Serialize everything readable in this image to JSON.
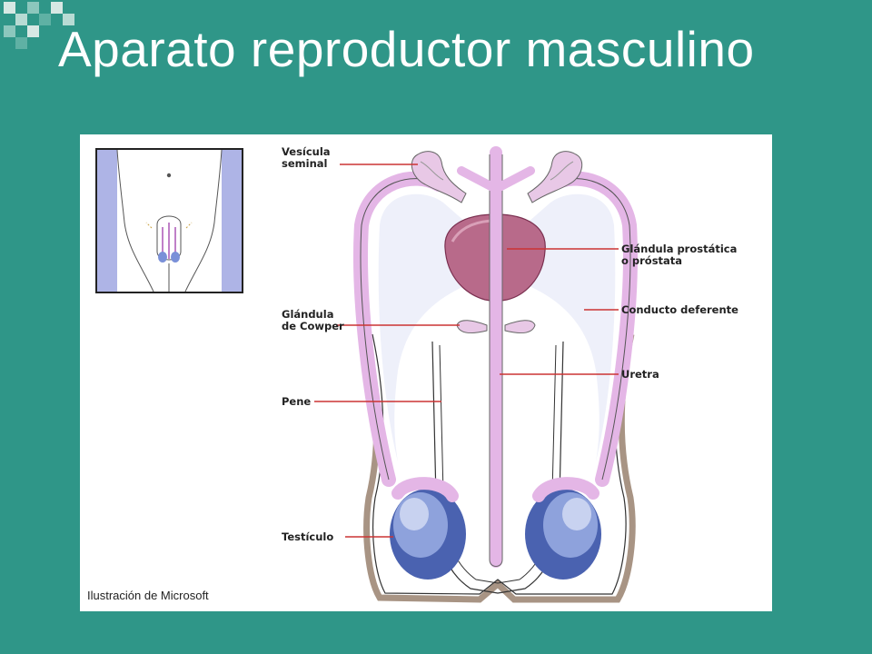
{
  "slide": {
    "title": "Aparato reproductor masculino"
  },
  "figure": {
    "credit": "Ilustración de Microsoft",
    "labels": {
      "vesicula": "Vesícula\nseminal",
      "prostata": "Glándula prostática\no próstata",
      "cowper": "Glándula\nde Cowper",
      "deferente": "Conducto deferente",
      "uretra": "Uretra",
      "pene": "Pene",
      "testiculo": "Testículo"
    }
  },
  "colors": {
    "background": "#2f9688",
    "title": "#ffffff",
    "leader_line": "#cc3333",
    "duct_pink": "#e6b9e6",
    "prostate": "#b06080",
    "testis": "#5070b8",
    "skin": "#b09a88"
  }
}
